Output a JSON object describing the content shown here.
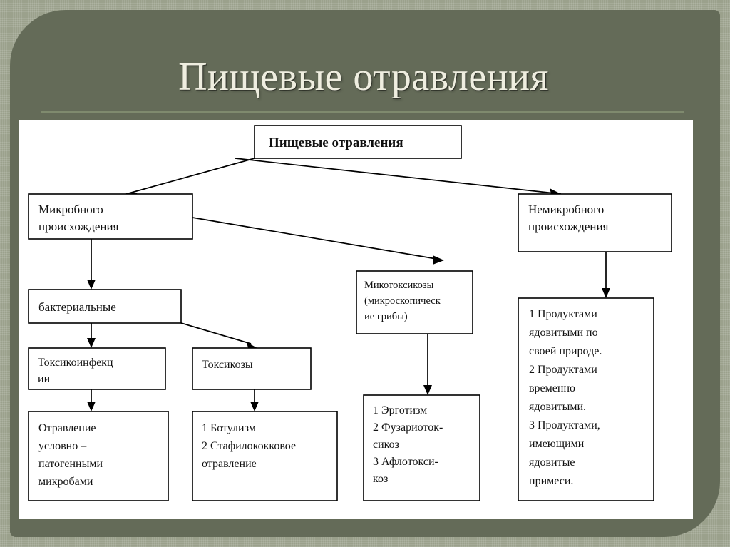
{
  "slide": {
    "title": "Пищевые отравления",
    "accent_title_color": "#efeee0",
    "background_color": "#9ba18c",
    "panel_color": "#646b58",
    "sheet_color": "#ffffff",
    "rule_color": "#7f8a6e"
  },
  "diagram": {
    "type": "flowchart",
    "nodes": {
      "root": {
        "label": "Пищевые отравления"
      },
      "microbial": {
        "lines": [
          "Микробного",
          "происхождения"
        ]
      },
      "nonmicrobial": {
        "lines": [
          "Немикробного",
          "происхождения"
        ]
      },
      "bacterial": {
        "lines": [
          "бактериальные"
        ]
      },
      "mycotoxicoses": {
        "lines": [
          "Микотоксикозы",
          "(микроскопическ",
          "ие грибы)"
        ]
      },
      "toxicoinfections": {
        "lines": [
          "Токсикоинфекц",
          "ии"
        ]
      },
      "toxicoses": {
        "lines": [
          "Токсикозы"
        ]
      },
      "opportunistic": {
        "lines": [
          "Отравление",
          "условно –",
          "патогенными",
          "микробами"
        ]
      },
      "botulism_list": {
        "lines": [
          "1 Ботулизм",
          "2 Стафилококковое",
          "отравление"
        ]
      },
      "mycotoxin_list": {
        "lines": [
          "1 Эрготизм",
          "2 Фузариоток-",
          "сикоз",
          "3 Афлотокси-",
          "коз"
        ]
      },
      "nonmicrobial_list": {
        "lines": [
          "1 Продуктами",
          "ядовитыми по",
          "своей природе.",
          "2 Продуктами",
          "временно",
          "ядовитыми.",
          "3 Продуктами,",
          "имеющими",
          "ядовитые",
          "примеси."
        ]
      }
    },
    "edges": [
      {
        "from": "root",
        "to": "microbial"
      },
      {
        "from": "root",
        "to": "nonmicrobial"
      },
      {
        "from": "microbial",
        "to": "bacterial"
      },
      {
        "from": "microbial",
        "to": "mycotoxicoses"
      },
      {
        "from": "bacterial",
        "to": "toxicoinfections"
      },
      {
        "from": "bacterial",
        "to": "toxicoses"
      },
      {
        "from": "toxicoinfections",
        "to": "opportunistic"
      },
      {
        "from": "toxicoses",
        "to": "botulism_list"
      },
      {
        "from": "mycotoxicoses",
        "to": "mycotoxin_list"
      },
      {
        "from": "nonmicrobial",
        "to": "nonmicrobial_list"
      }
    ]
  }
}
